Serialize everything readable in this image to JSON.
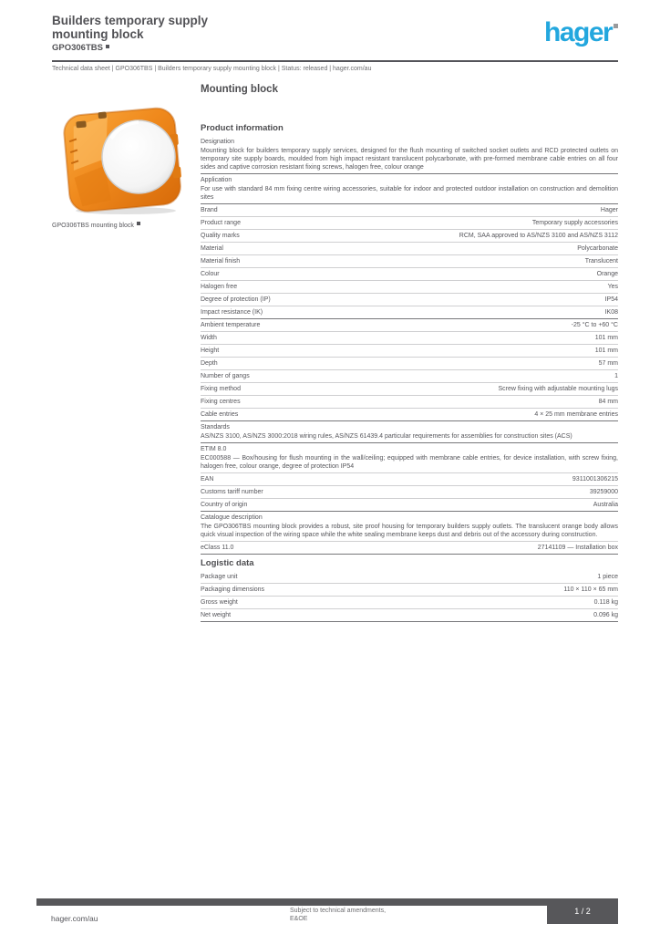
{
  "colors": {
    "logo_blue": "#23a7de",
    "product_orange": "#f08a1d",
    "text_gray": "#58585a"
  },
  "header": {
    "title_line1": "Builders temporary supply",
    "title_line2": "mounting block",
    "reference": "GPO306TBS",
    "logo_text": "hager",
    "subtitle": "Technical data sheet | GPO306TBS | Builders temporary supply mounting block | Status: released | hager.com/au"
  },
  "product": {
    "page_title": "Mounting block",
    "image_caption": "GPO306TBS mounting block"
  },
  "sections": [
    {
      "heading": "Product information",
      "items": [
        {
          "type": "para",
          "label": "Designation",
          "text": "Mounting block for builders temporary supply services, designed for the flush mounting of switched socket outlets and RCD protected outlets on temporary site supply boards, moulded from high impact resistant translucent polycarbonate, with pre-formed membrane cable entries on all four sides and captive corrosion resistant fixing screws, halogen free, colour orange",
          "rule": true
        },
        {
          "type": "para",
          "label": "Application",
          "text": "For use with standard 84 mm fixing centre wiring accessories, suitable for indoor and protected outdoor installation on construction and demolition sites",
          "rule": true
        }
      ]
    },
    {
      "heading": "",
      "items": [
        {
          "type": "row",
          "label": "Brand",
          "value": "Hager"
        },
        {
          "type": "row",
          "label": "Product range",
          "value": "Temporary supply accessories"
        },
        {
          "type": "row",
          "label": "Quality marks",
          "value": "RCM, SAA approved to AS/NZS 3100 and AS/NZS 3112"
        },
        {
          "type": "row",
          "label": "Material",
          "value": "Polycarbonate"
        },
        {
          "type": "row",
          "label": "Material finish",
          "value": "Translucent"
        },
        {
          "type": "row",
          "label": "Colour",
          "value": "Orange"
        },
        {
          "type": "row",
          "label": "Halogen free",
          "value": "Yes"
        },
        {
          "type": "row",
          "label": "Degree of protection (IP)",
          "value": "IP54"
        },
        {
          "type": "row",
          "label": "Impact resistance (IK)",
          "value": "IK08",
          "rule": true
        },
        {
          "type": "row",
          "label": "Ambient temperature",
          "value": "-25 °C to +60 °C"
        },
        {
          "type": "row",
          "label": "Width",
          "value": "101 mm"
        },
        {
          "type": "row",
          "label": "Height",
          "value": "101 mm"
        },
        {
          "type": "row",
          "label": "Depth",
          "value": "57 mm"
        },
        {
          "type": "row",
          "label": "Number of gangs",
          "value": "1"
        },
        {
          "type": "row",
          "label": "Fixing method",
          "value": "Screw fixing with adjustable mounting lugs"
        },
        {
          "type": "row",
          "label": "Fixing centres",
          "value": "84 mm"
        },
        {
          "type": "row",
          "label": "Cable entries",
          "value": "4 × 25 mm membrane entries",
          "rule": true
        },
        {
          "type": "para",
          "label": "Standards",
          "text": "AS/NZS 3100, AS/NZS 3000:2018 wiring rules, AS/NZS 61439.4 particular requirements for assemblies for construction sites (ACS)",
          "rule": true
        }
      ]
    },
    {
      "heading": "",
      "items": [
        {
          "type": "para",
          "label": "ETIM 8.0",
          "text": "EC000588 — Box/housing for flush mounting in the wall/ceiling; equipped with membrane cable entries, for device installation, with screw fixing, halogen free, colour orange, degree of protection IP54",
          "rule": false
        },
        {
          "type": "row",
          "label": "EAN",
          "value": "9311001306215"
        },
        {
          "type": "row",
          "label": "Customs tariff number",
          "value": "39259000"
        },
        {
          "type": "row",
          "label": "Country of origin",
          "value": "Australia",
          "rule": true
        },
        {
          "type": "para",
          "label": "Catalogue description",
          "text": "The GPO306TBS mounting block provides a robust, site proof housing for temporary builders supply outlets. The translucent orange body allows quick visual inspection of the wiring space while the white sealing membrane keeps dust and debris out of the accessory during construction.",
          "rule": false
        },
        {
          "type": "row",
          "label": "eClass 11.0",
          "value": "27141109 — Installation box",
          "rule": true
        }
      ]
    },
    {
      "heading": "Logistic data",
      "items": [
        {
          "type": "row",
          "label": "Package unit",
          "value": "1 piece"
        },
        {
          "type": "row",
          "label": "Packaging dimensions",
          "value": "110 × 110 × 65 mm"
        },
        {
          "type": "row",
          "label": "Gross weight",
          "value": "0.118 kg"
        },
        {
          "type": "row",
          "label": "Net weight",
          "value": "0.096 kg",
          "rule": true
        }
      ]
    }
  ],
  "footer": {
    "website": "hager.com/au",
    "note_line1": "Subject to technical amendments,",
    "note_line2": "E&OE",
    "page_label": "1 / 2"
  }
}
